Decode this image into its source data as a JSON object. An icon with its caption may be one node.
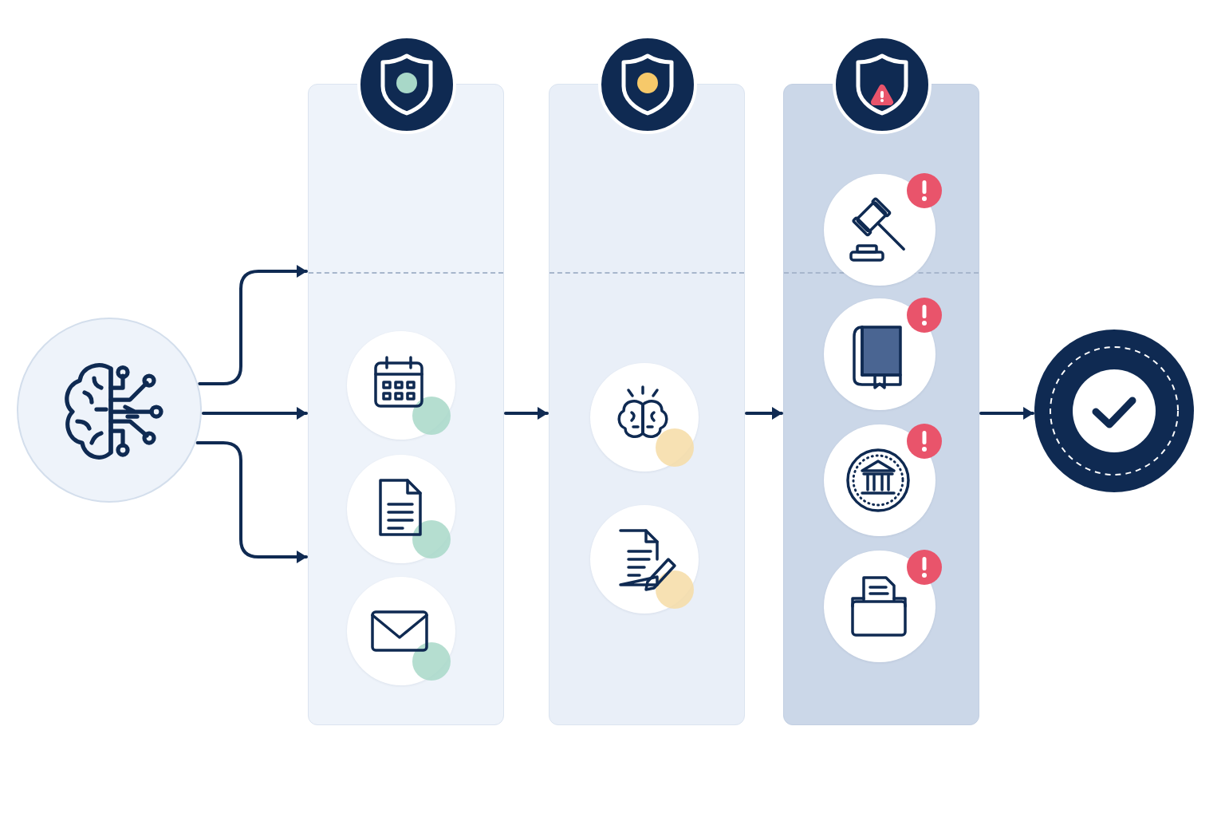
{
  "diagram": {
    "nodes": [
      {
        "text": [],
        "shape": "circle"
      },
      {
        "text": [],
        "shape": "box"
      },
      {
        "text": [],
        "shape": "circle",
        "in": 1
      },
      {
        "text": [],
        "shape": "circle",
        "in": 1
      },
      {
        "text": [],
        "shape": "circle",
        "in": 1
      },
      {
        "text": [],
        "shape": "box"
      },
      {
        "text": [],
        "shape": "circle",
        "in": 5
      },
      {
        "text": [],
        "shape": "circle",
        "in": 5
      },
      {
        "text": [],
        "shape": "box"
      },
      {
        "text": [],
        "shape": "circle",
        "in": 8
      },
      {
        "text": [],
        "shape": "circle",
        "in": 8
      },
      {
        "text": [],
        "shape": "circle",
        "in": 8
      },
      {
        "text": [],
        "shape": "circle",
        "in": 8
      },
      {
        "text": [],
        "shape": "circle"
      }
    ],
    "edges": [
      {
        "from": 0,
        "to": 1,
        "arrow": "to"
      },
      {
        "from": 0,
        "to": 1,
        "arrow": "to"
      },
      {
        "from": 0,
        "to": 1,
        "arrow": "to"
      },
      {
        "from": 1,
        "to": 5,
        "arrow": "to"
      },
      {
        "from": 5,
        "to": 8,
        "arrow": "to"
      },
      {
        "from": 8,
        "to": 13,
        "arrow": "to"
      }
    ]
  }
}
